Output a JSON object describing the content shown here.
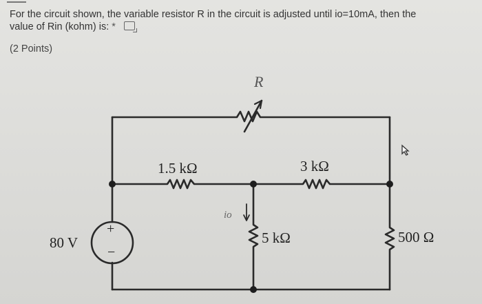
{
  "question": {
    "line1": "For the circuit shown, the variable resistor R in the circuit is adjusted until io=10mA, then the",
    "line2": "value of Rin (kohm) is:",
    "required_marker": "*",
    "points": "(2 Points)"
  },
  "circuit": {
    "variable_resistor_label": "R",
    "resistor_1_label": "1.5 kΩ",
    "resistor_2_label": "3 kΩ",
    "resistor_3_label": "5 kΩ",
    "resistor_4_label": "500 Ω",
    "source_label": "80 V",
    "source_plus": "+",
    "source_minus": "−",
    "current_label": "io"
  },
  "icons": {
    "image_icon": "image-icon",
    "cursor": "cursor-icon"
  }
}
